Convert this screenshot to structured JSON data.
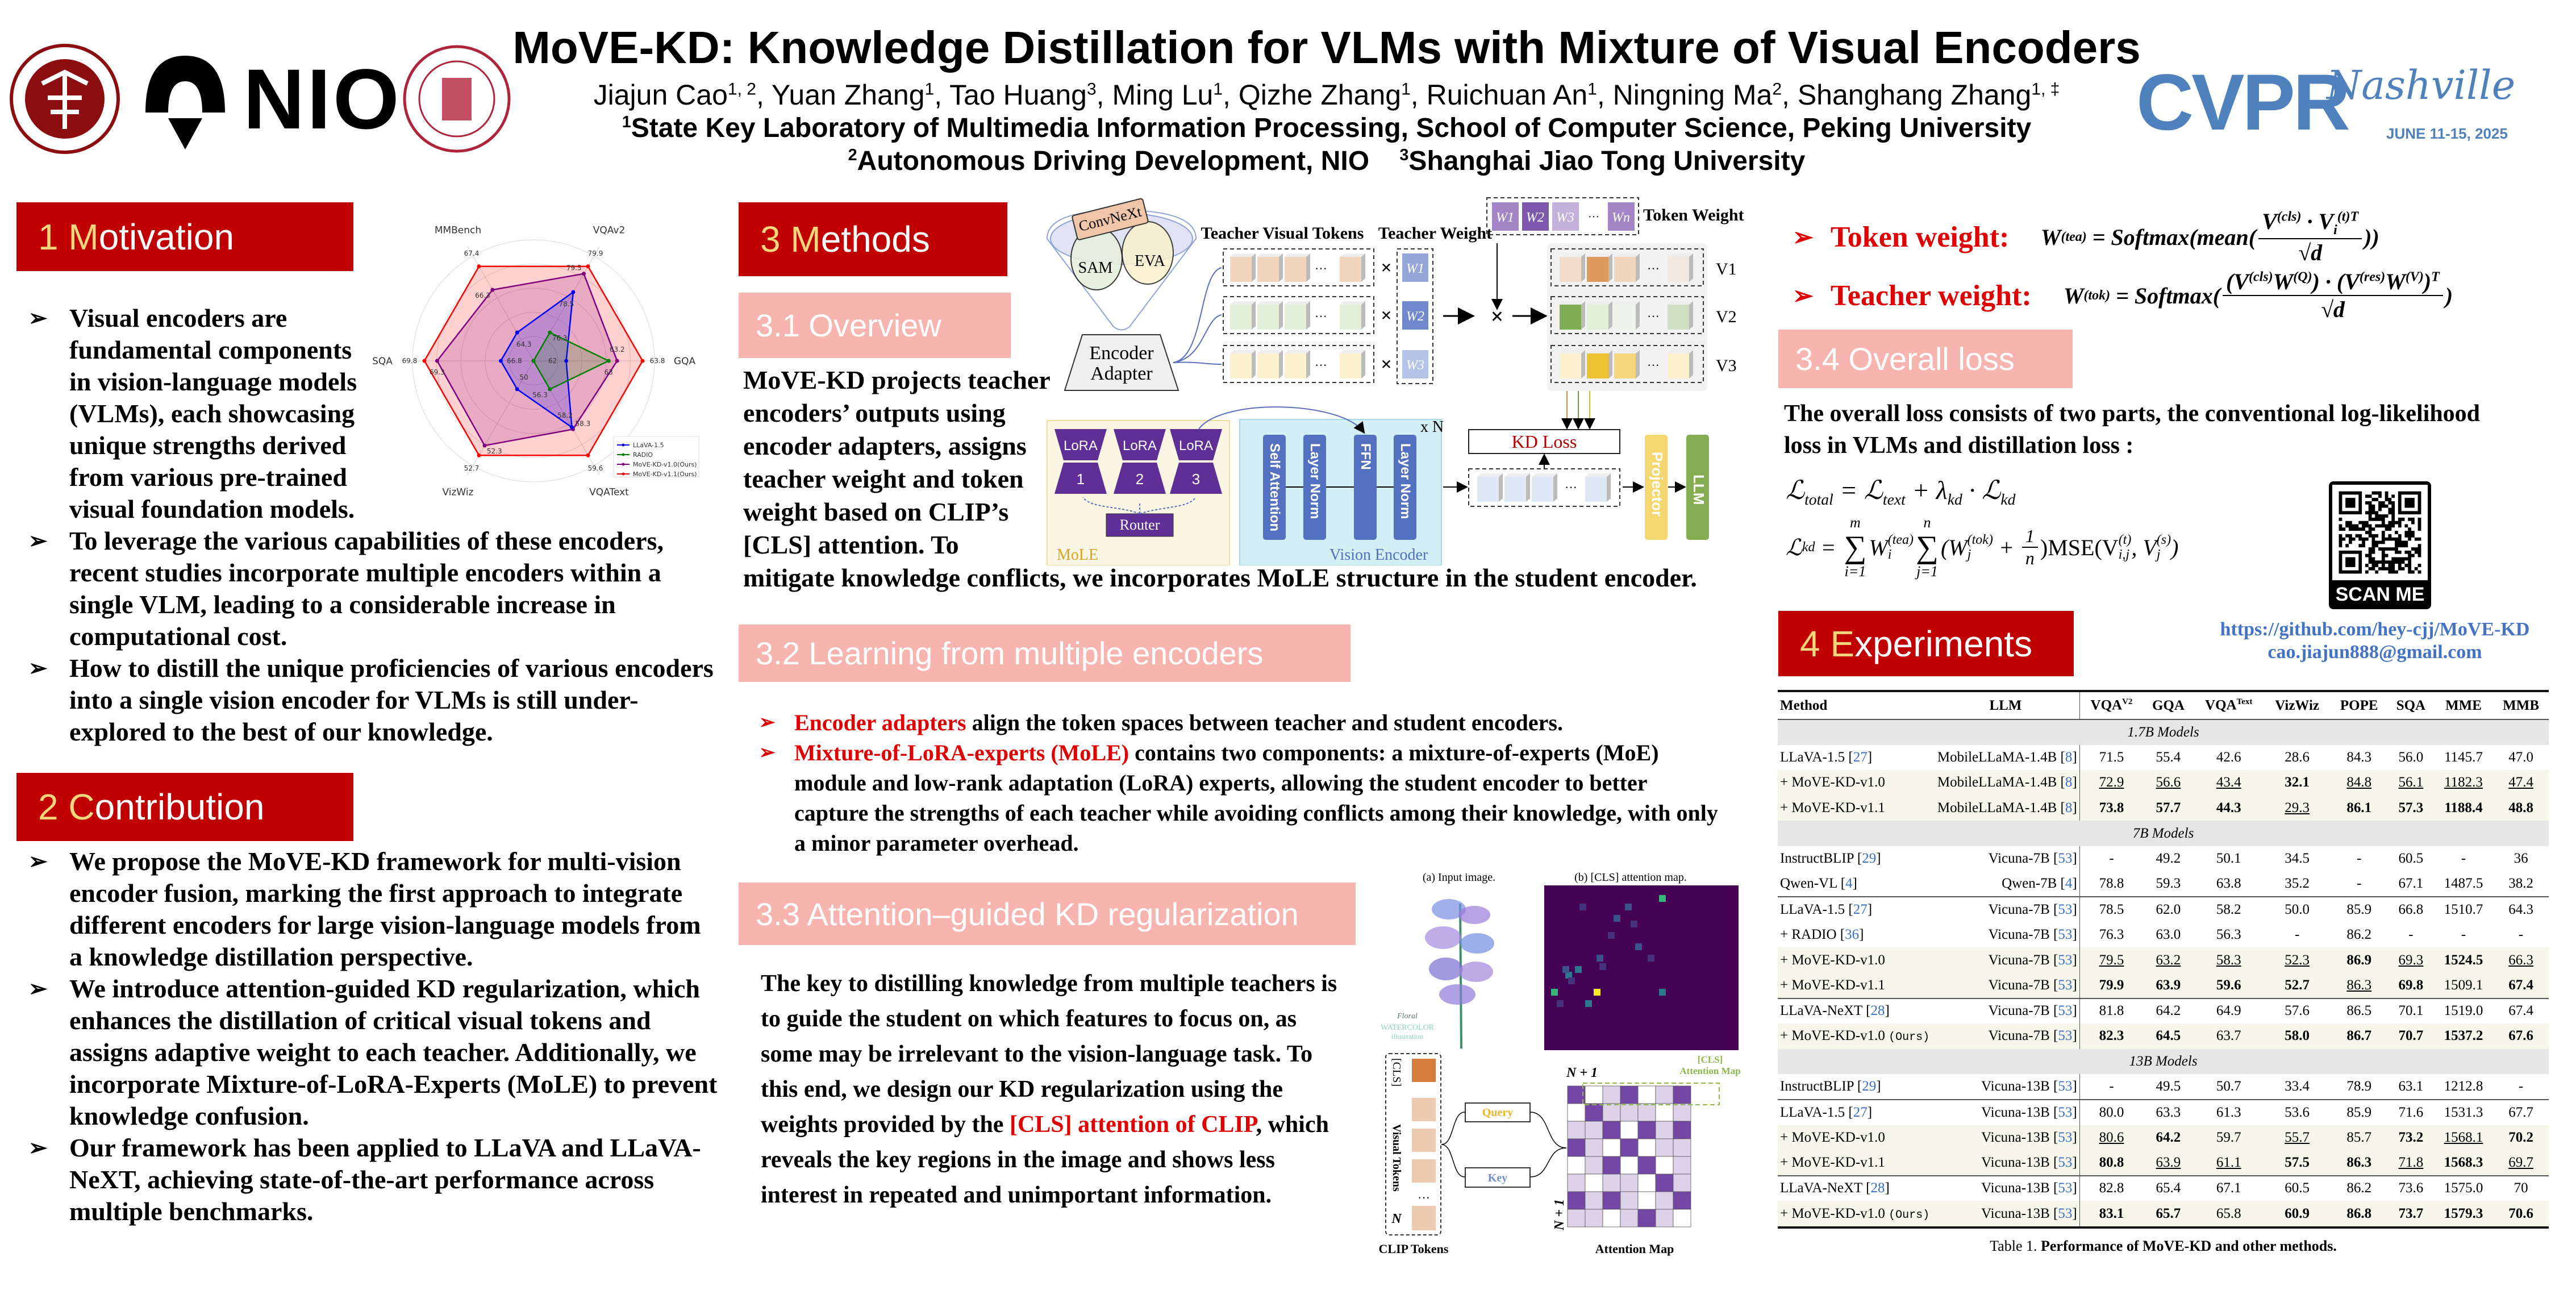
{
  "header": {
    "title": "MoVE-KD: Knowledge Distillation for VLMs with Mixture of Visual Encoders",
    "authors": [
      {
        "name": "Jiajun Cao",
        "sup": "1, 2"
      },
      {
        "name": "Yuan Zhang",
        "sup": "1"
      },
      {
        "name": "Tao Huang",
        "sup": "3"
      },
      {
        "name": "Ming Lu",
        "sup": "1"
      },
      {
        "name": "Qizhe Zhang",
        "sup": "1"
      },
      {
        "name": "Ruichuan An",
        "sup": "1"
      },
      {
        "name": "Ningning Ma",
        "sup": "2"
      },
      {
        "name": "Shanghang Zhang",
        "sup": "1, ‡"
      }
    ],
    "affil1_sup": "1",
    "affil1": "State Key Laboratory of Multimedia Information Processing, School of Computer Science, Peking University",
    "affil2_sup": "2",
    "affil2": "Autonomous Driving Development, NIO",
    "affil3_sup": "3",
    "affil3": "Shanghai Jiao Tong University",
    "nio": "NIO",
    "cvpr": "CVPR",
    "cvpr_city": "Nashville",
    "cvpr_dates": "JUNE 11-15, 2025"
  },
  "motivation": {
    "accent": "1 M",
    "rest": "otivation",
    "bullets": [
      "Visual encoders are fundamental components in vision-language models (VLMs), each showcasing unique strengths derived from various pre-trained visual foundation models.",
      "To leverage the various capabilities of these encoders, recent studies incorporate multiple encoders within a single VLM, leading to a considerable increase in computational cost.",
      "How to distill the unique proficiencies of various encoders into a single vision encoder for VLMs is still under-explored to the best of our knowledge."
    ]
  },
  "contribution": {
    "accent": "2 C",
    "rest": "ontribution",
    "bullets": [
      "We propose the MoVE-KD framework for multi-vision encoder fusion, marking the first approach to integrate different encoders for large vision-language models from a knowledge distillation perspective.",
      "We introduce attention-guided KD regularization, which enhances the distillation of critical visual tokens and assigns adaptive weight to each teacher. Additionally, we incorporate Mixture-of-LoRA-Experts (MoLE) to prevent knowledge confusion.",
      "Our framework has been applied to LLaVA and LLaVA-NeXT, achieving state-of-the-art performance across multiple benchmarks."
    ]
  },
  "methods": {
    "accent": "3 M",
    "rest": "ethods",
    "overview_title": "3.1 Overview",
    "overview_text": "MoVE-KD projects teacher encoders’ outputs using encoder adapters, assigns teacher weight and token weight based on CLIP’s [CLS] attention. To mitigate knowledge conflicts, we incorporates MoLE structure in the student encoder.",
    "learning_title": "3.2 Learning from multiple encoders",
    "learning_bullets": [
      {
        "highlight": "Encoder adapters",
        "text": " align the token spaces between teacher and student encoders."
      },
      {
        "highlight": "Mixture-of-LoRA-experts (MoLE)",
        "text": " contains two components: a mixture-of-experts (MoE) module and low-rank adaptation (LoRA) experts, allowing the student encoder to better capture the strengths of each teacher while avoiding conflicts among their knowledge, with only a minor parameter overhead."
      }
    ],
    "attention_title": "3.3 Attention–guided KD regularization",
    "attention_text_a": "The key to distilling knowledge from multiple teachers is to guide the student on which features to focus on, as some may be irrelevant to the vision-language task.  To this end, we design our KD regularization using the weights provided by the ",
    "attention_highlight": "[CLS] attention of CLIP",
    "attention_text_b": ", which reveals the key regions in the image and shows less interest in repeated and unimportant information."
  },
  "diagram": {
    "convnext": "ConvNeXt",
    "sam": "SAM",
    "eva": "EVA",
    "adapter1": "Encoder",
    "adapter2": "Adapter",
    "teacher_tokens": "Teacher Visual Tokens",
    "teacher_weight": "Teacher Weight",
    "token_weight": "Token Weight",
    "w": [
      "W1",
      "W2",
      "W3"
    ],
    "wt": [
      "W1",
      "W2",
      "W3",
      "Wn"
    ],
    "dots": "···",
    "v": [
      "V1",
      "V2",
      "V3"
    ],
    "kd_loss": "KD Loss",
    "lora": "LoRA",
    "experts": [
      "1",
      "2",
      "3"
    ],
    "router": "Router",
    "mole": "MoLE",
    "layers": [
      "Self Attention",
      "Layer Norm",
      "FFN",
      "Layer Norm"
    ],
    "xn": "x N",
    "vision_encoder": "Vision Encoder",
    "projector": "Projector",
    "llm": "LLM"
  },
  "attention_figure": {
    "input_caption": "(a) Input image.",
    "map_caption": "(b) [CLS] attention map.",
    "watermark1": "Floral",
    "watermark2": "WATERCOLOR",
    "watermark3": "illustration",
    "cls": "[CLS]",
    "visual_tokens": "Visual Tokens",
    "dots": "···",
    "n": "N",
    "clip_tokens": "CLIP Tokens",
    "query": "Query",
    "key": "Key",
    "n1": "N + 1",
    "cls_attn1": "[CLS]",
    "cls_attn2": "Attention Map",
    "attention_map": "Attention Map"
  },
  "formulas": {
    "token_label": "Token weight:",
    "teacher_label": "Teacher weight:",
    "tw_lhs": "W",
    "tw_lhs_sup": "(tea)",
    "tw_fn": "= Softmax(mean(",
    "tw_num": "V",
    "tw_num_sup": "(cls)",
    "tw_dot": " · V",
    "tw_num_sub": "i",
    "tw_num_sup2": "(t)T",
    "tw_den": "√d",
    "tw_close": "))",
    "te_lhs": "W",
    "te_lhs_sup": "(tok)",
    "te_fn": "= Softmax(",
    "te_num_a": "(V",
    "te_sup_cls": "(cls)",
    "te_num_b": "W",
    "te_sup_q": "(Q)",
    "te_num_c": ") · (V",
    "te_sup_res": "(res)",
    "te_num_d": "W",
    "te_sup_v": "(V)",
    "te_num_e": ")",
    "te_sup_t": "T",
    "te_den": "√d",
    "te_close": ")",
    "lt": "ℒ",
    "lt_sub": "total",
    "lt_eq": " = ℒ",
    "lt_text_sub": "text",
    "lt_plus": " + λ",
    "lt_kd_sub": "kd",
    "lt_dot": " · ℒ",
    "lt_kd2": "kd",
    "lk": "ℒ",
    "lk_sub": "kd",
    "lk_eq": " = ",
    "sum": "∑",
    "sum1_top": "m",
    "sum1_bot": "i=1",
    "lk_w": "W",
    "lk_w_sub": "i",
    "lk_w_sup": "(tea)",
    "sum2_top": "n",
    "sum2_bot": "j=1",
    "lk_open": "(W",
    "lk_w2_sub": "j",
    "lk_w2_sup": "(tok)",
    "lk_plus": " + ",
    "one": "1",
    "n": "n",
    "lk_mse": ")MSE(V",
    "lk_v_sub": "i,j",
    "lk_v_sup": "(t)",
    "lk_comma": ", V",
    "lk_v2_sub": "j",
    "lk_v2_sup": "(s)",
    "lk_end": ")"
  },
  "loss": {
    "title": "3.4 Overall loss",
    "text": "The overall loss consists of two parts, the conventional log-likelihood loss in VLMs and distillation loss :"
  },
  "links": {
    "scan": "SCAN ME",
    "github": "https://github.com/hey-cjj/MoVE-KD",
    "email": "cao.jiajun888@gmail.com"
  },
  "experiments": {
    "accent": "4 E",
    "rest": "xperiments",
    "columns": [
      {
        "label": "Method"
      },
      {
        "label": "LLM"
      },
      {
        "label": "VQA",
        "sup": "V2"
      },
      {
        "label": "GQA"
      },
      {
        "label": "VQA",
        "sup": "Text"
      },
      {
        "label": "VizWiz"
      },
      {
        "label": "POPE"
      },
      {
        "label": "SQA"
      },
      {
        "label": "MME"
      },
      {
        "label": "MMB"
      }
    ],
    "groups": [
      {
        "label": "1.7B Models",
        "rows": [
          {
            "method": "LLaVA-1.5",
            "ref": "27",
            "llm": "MobileLLaMA-1.4B",
            "llm_ref": "8",
            "values": [
              "71.5",
              "55.4",
              "42.6",
              "28.6",
              "84.3",
              "56.0",
              "1145.7",
              "47.0"
            ],
            "fmt": "nnnnnnnn"
          },
          {
            "method": "+ MoVE-KD-v1.0",
            "llm": "MobileLLaMA-1.4B",
            "llm_ref": "8",
            "values": [
              "72.9",
              "56.6",
              "43.4",
              "32.1",
              "84.8",
              "56.1",
              "1182.3",
              "47.4"
            ],
            "fmt": "uuubuuuu",
            "hl": true
          },
          {
            "method": "+ MoVE-KD-v1.1",
            "llm": "MobileLLaMA-1.4B",
            "llm_ref": "8",
            "values": [
              "73.8",
              "57.7",
              "44.3",
              "29.3",
              "86.1",
              "57.3",
              "1188.4",
              "48.8"
            ],
            "fmt": "bbbubbbb",
            "hl": true
          }
        ]
      },
      {
        "label": "7B Models",
        "rows": [
          {
            "method": "InstructBLIP",
            "ref": "29",
            "llm": "Vicuna-7B",
            "llm_ref": "53",
            "values": [
              "-",
              "49.2",
              "50.1",
              "34.5",
              "-",
              "60.5",
              "-",
              "36"
            ],
            "fmt": "nnnnnnnn"
          },
          {
            "method": "Qwen-VL",
            "ref": "4",
            "llm": "Qwen-7B",
            "llm_ref": "4",
            "values": [
              "78.8",
              "59.3",
              "63.8",
              "35.2",
              "-",
              "67.1",
              "1487.5",
              "38.2"
            ],
            "fmt": "nnnnnnnn",
            "sep": true
          },
          {
            "method": "LLaVA-1.5",
            "ref": "27",
            "llm": "Vicuna-7B",
            "llm_ref": "53",
            "values": [
              "78.5",
              "62.0",
              "58.2",
              "50.0",
              "85.9",
              "66.8",
              "1510.7",
              "64.3"
            ],
            "fmt": "nnnnnnnn"
          },
          {
            "method": "+ RADIO",
            "ref": "36",
            "llm": "Vicuna-7B",
            "llm_ref": "53",
            "values": [
              "76.3",
              "63.0",
              "56.3",
              "-",
              "86.2",
              "-",
              "-",
              "-"
            ],
            "fmt": "nnnnnnnn"
          },
          {
            "method": "+ MoVE-KD-v1.0",
            "llm": "Vicuna-7B",
            "llm_ref": "53",
            "values": [
              "79.5",
              "63.2",
              "58.3",
              "52.3",
              "86.9",
              "69.3",
              "1524.5",
              "66.3"
            ],
            "fmt": "uuuububu",
            "hl": true
          },
          {
            "method": "+ MoVE-KD-v1.1",
            "llm": "Vicuna-7B",
            "llm_ref": "53",
            "values": [
              "79.9",
              "63.9",
              "59.6",
              "52.7",
              "86.3",
              "69.8",
              "1509.1",
              "67.4"
            ],
            "fmt": "bbbbubnb",
            "hl": true,
            "sep": true
          },
          {
            "method": "LLaVA-NeXT",
            "ref": "28",
            "llm": "Vicuna-7B",
            "llm_ref": "53",
            "values": [
              "81.8",
              "64.2",
              "64.9",
              "57.6",
              "86.5",
              "70.1",
              "1519.0",
              "67.4"
            ],
            "fmt": "nnnnnnnn"
          },
          {
            "method": "+ MoVE-KD-v1.0",
            "ours": "(Ours)",
            "llm": "Vicuna-7B",
            "llm_ref": "53",
            "values": [
              "82.3",
              "64.5",
              "63.7",
              "58.0",
              "86.7",
              "70.7",
              "1537.2",
              "67.6"
            ],
            "fmt": "bbnbbbbb",
            "hl": true
          }
        ]
      },
      {
        "label": "13B Models",
        "rows": [
          {
            "method": "InstructBLIP",
            "ref": "29",
            "llm": "Vicuna-13B",
            "llm_ref": "53",
            "values": [
              "-",
              "49.5",
              "50.7",
              "33.4",
              "78.9",
              "63.1",
              "1212.8",
              "-"
            ],
            "fmt": "nnnnnnnn",
            "sep": true
          },
          {
            "method": "LLaVA-1.5",
            "ref": "27",
            "llm": "Vicuna-13B",
            "llm_ref": "53",
            "values": [
              "80.0",
              "63.3",
              "61.3",
              "53.6",
              "85.9",
              "71.6",
              "1531.3",
              "67.7"
            ],
            "fmt": "nnnnnnnn"
          },
          {
            "method": "+ MoVE-KD-v1.0",
            "llm": "Vicuna-13B",
            "llm_ref": "53",
            "values": [
              "80.6",
              "64.2",
              "59.7",
              "55.7",
              "85.7",
              "73.2",
              "1568.1",
              "70.2"
            ],
            "fmt": "ubnunbub",
            "hl": true
          },
          {
            "method": "+ MoVE-KD-v1.1",
            "llm": "Vicuna-13B",
            "llm_ref": "53",
            "values": [
              "80.8",
              "63.9",
              "61.1",
              "57.5",
              "86.3",
              "71.8",
              "1568.3",
              "69.7"
            ],
            "fmt": "buubbubu",
            "hl": true,
            "sep": true
          },
          {
            "method": "LLaVA-NeXT",
            "ref": "28",
            "llm": "Vicuna-13B",
            "llm_ref": "53",
            "values": [
              "82.8",
              "65.4",
              "67.1",
              "60.5",
              "86.2",
              "73.6",
              "1575.0",
              "70"
            ],
            "fmt": "nnnnnnnn"
          },
          {
            "method": "+ MoVE-KD-v1.0",
            "ours": "(Ours)",
            "llm": "Vicuna-13B",
            "llm_ref": "53",
            "values": [
              "83.1",
              "65.7",
              "65.8",
              "60.9",
              "86.8",
              "73.7",
              "1579.3",
              "70.6"
            ],
            "fmt": "bbnbbbbb",
            "hl": true
          }
        ]
      }
    ],
    "caption_prefix": "Table 1. ",
    "caption": "Performance of MoVE-KD and other methods."
  },
  "chart_data": {
    "type": "radar",
    "axes": [
      "VQAv2",
      "GQA",
      "VQAText",
      "VizWiz",
      "SQA",
      "MMBench"
    ],
    "series": [
      {
        "name": "LLaVA-1.5",
        "color": "#0000ff",
        "values": [
          78.5,
          62.0,
          58.2,
          50.0,
          66.8,
          64.3
        ]
      },
      {
        "name": "RADIO",
        "color": "#008000",
        "values": [
          76.3,
          63.0,
          56.3,
          null,
          null,
          null
        ]
      },
      {
        "name": "MoVE-KD-v1.0(Ours)",
        "color": "#800080",
        "values": [
          79.5,
          63.2,
          58.3,
          52.3,
          69.3,
          66.3
        ]
      },
      {
        "name": "MoVE-KD-v1.1(Ours)",
        "color": "#ff0000",
        "values": [
          79.9,
          63.8,
          59.6,
          52.7,
          69.8,
          67.4
        ]
      }
    ],
    "legend": "bottom-right",
    "grid": true
  }
}
